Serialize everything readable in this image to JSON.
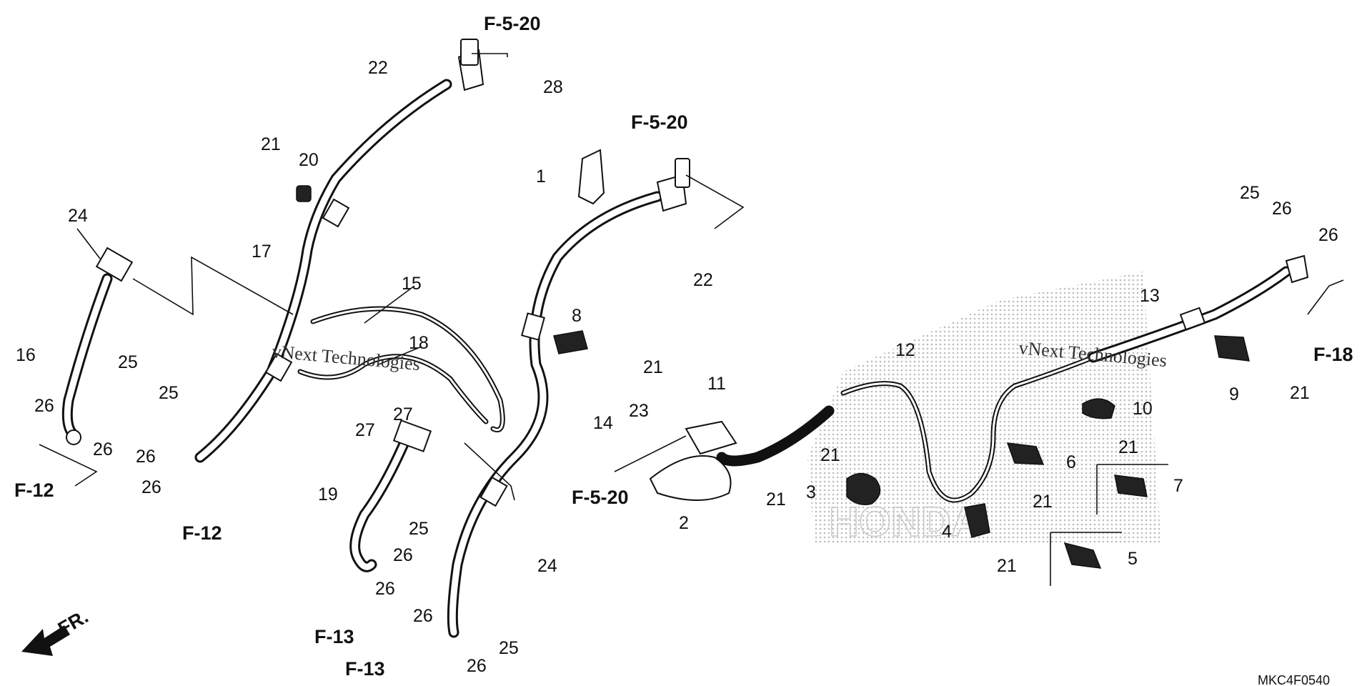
{
  "diagram": {
    "drawing_code": "MKC4F0540",
    "front_label": "FR.",
    "watermark": "vNext Technologies",
    "refs": {
      "f520": "F-5-20",
      "f12": "F-12",
      "f13": "F-13",
      "f18": "F-18"
    },
    "parts": [
      "1",
      "2",
      "3",
      "4",
      "5",
      "6",
      "7",
      "8",
      "9",
      "10",
      "11",
      "12",
      "13",
      "14",
      "15",
      "16",
      "17",
      "18",
      "19",
      "20",
      "21",
      "22",
      "23",
      "24",
      "25",
      "26",
      "27",
      "28"
    ]
  }
}
